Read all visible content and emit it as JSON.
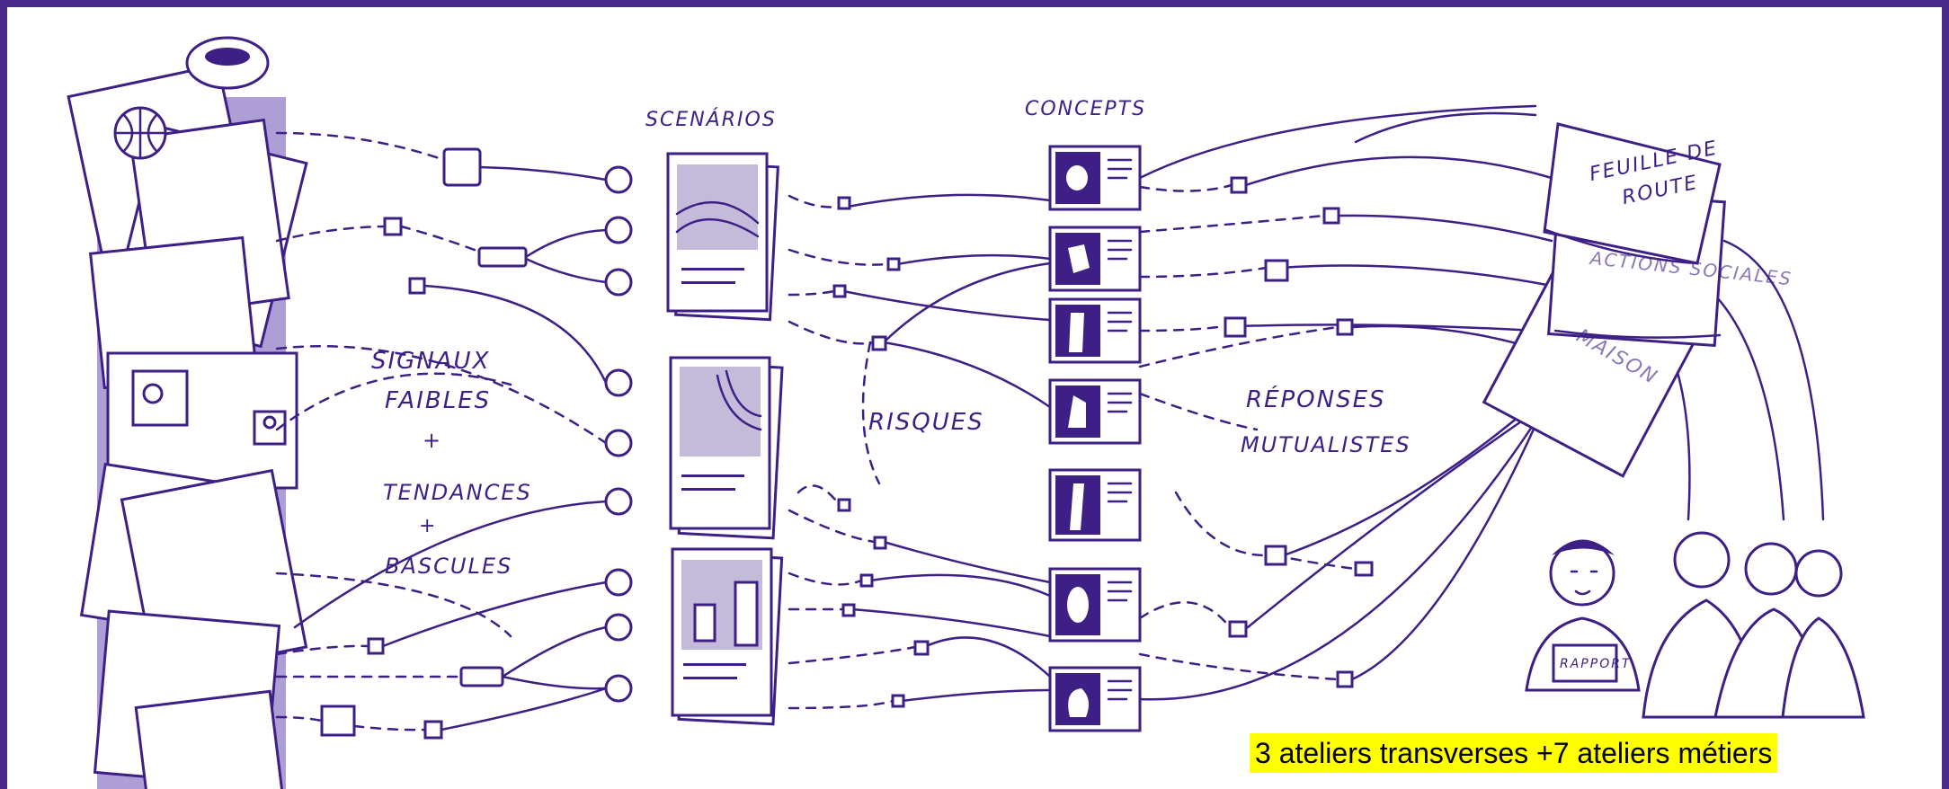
{
  "labels": {
    "scenarios": "SCENÁRIOS",
    "concepts": "CONCEPTS",
    "risques": "RISQUES",
    "signaux": [
      "SIGNAUX",
      "FAIBLES",
      "+",
      "TENDANCES",
      "+",
      "BASCULES"
    ],
    "reponses": [
      "RÉPONSES",
      "MUTUALISTES"
    ],
    "feuille": [
      "FEUILLE DE",
      "ROUTE"
    ],
    "book2": "ACTIONS SOCIALES",
    "book3": "MAISON",
    "rapport": "RAPPORT"
  },
  "banner": "3 ateliers transverses +7 ateliers  métiers",
  "colors": {
    "ink": "#3d1f86",
    "border": "#4a2a8c",
    "highlight": "#ffff00"
  }
}
